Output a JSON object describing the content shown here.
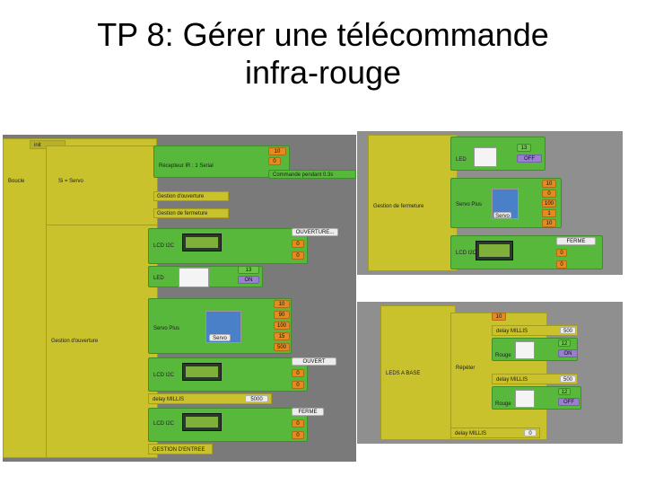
{
  "title": {
    "line1": "TP 8: Gérer une télécommande",
    "line2": "infra-rouge"
  },
  "left": {
    "header_small": "init",
    "main_label": "Boucle",
    "si_label": "Si = Servo",
    "recv_label": "Récepteur IR : 1 Serial",
    "ir_pin": "10",
    "ir_pin2": "0",
    "cmd_label": "Commande pendant 0.3s",
    "gestion_avant": "Gestion d'ouverture",
    "gestion_fermeture": "Gestion de fermeture",
    "gestion_ouverture_big": "Gestion d'ouverture",
    "lcd1_label": "LCD I2C",
    "lcd1_text": "OUVERTURE...",
    "lcd1_line": "0",
    "lcd1_col": "0",
    "led_label": "LED",
    "led_pin": "13",
    "led_state": "ON",
    "servo_label": "Servo Plus",
    "servo_pin": "10",
    "servo_angle": "90",
    "servo_speed": "100",
    "servo_v2": "15",
    "servo_v3": "500",
    "servo_chip": "Servo",
    "lcd2_label": "LCD I2C",
    "lcd2_text": "OUVERT",
    "lcd2_line": "0",
    "lcd2_col": "0",
    "delay_label": "delay MILLIS",
    "delay_val": "5000",
    "lcd3_label": "LCD I2C",
    "lcd3_text": "FERME",
    "lcd3_line": "0",
    "lcd3_col": "0",
    "footer_label": "GESTION D'ENTREE"
  },
  "right_top": {
    "header": "Gestion de fermeture",
    "led_label": "LED",
    "led_pin": "13",
    "led_state": "OFF",
    "servo_label": "Servo Plus",
    "servo_pin": "10",
    "servo_angle": "0",
    "servo_speed": "100",
    "servo_v2": "1",
    "servo_v3": "10",
    "servo_chip": "Servo",
    "lcd_label": "LCD I2C",
    "lcd_text": "FERME",
    "lcd_line": "0",
    "lcd_col": "0"
  },
  "right_bottom": {
    "header": "LEDS A BASE",
    "rep_label": "Répéter",
    "delay1_label": "delay MILLIS",
    "delay1_val": "500",
    "led1_label": "Rouge",
    "led1_pin": "12",
    "led1_state": "ON",
    "delay2_label": "delay MILLIS",
    "delay2_val": "500",
    "led2_label": "Rouge",
    "led2_pin": "12",
    "led2_state": "OFF",
    "delay3_label": "delay MILLIS",
    "delay3_val": "0",
    "count": "10"
  }
}
